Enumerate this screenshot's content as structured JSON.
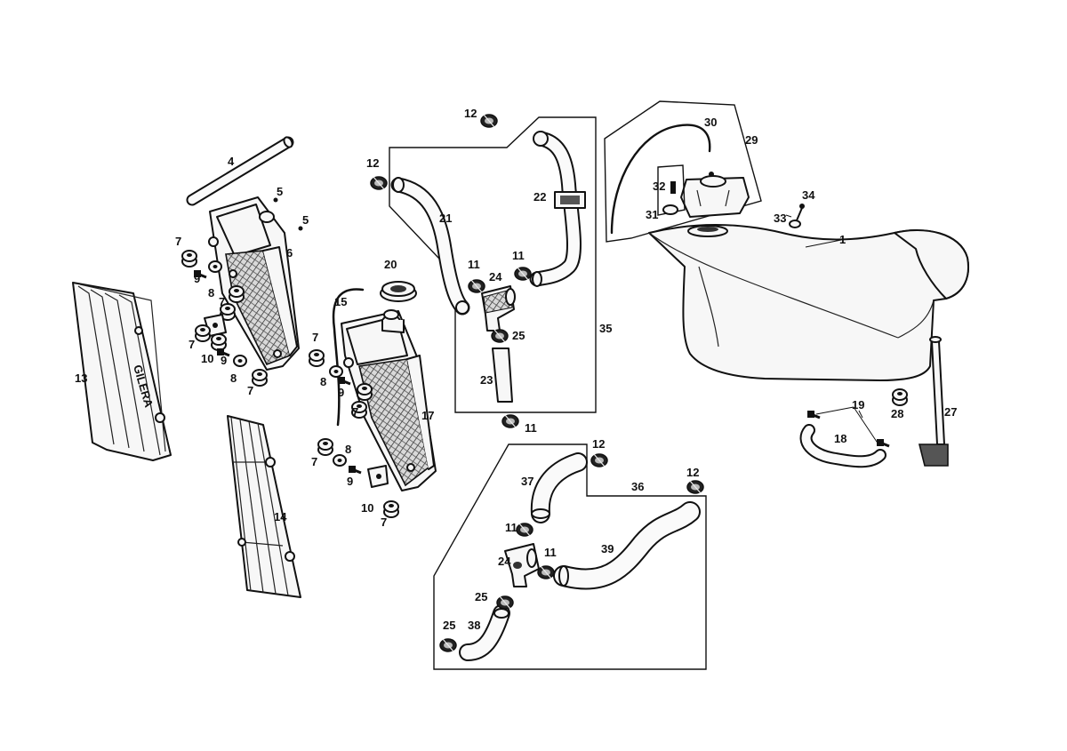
{
  "callouts": {
    "c1": "1",
    "c4": "4",
    "c5a": "5",
    "c5b": "5",
    "c6": "6",
    "c7a": "7",
    "c7b": "7",
    "c7c": "7",
    "c7d": "7",
    "c7e": "7",
    "c7f": "7",
    "c7g": "7",
    "c7h": "7",
    "c8a": "8",
    "c8b": "8",
    "c8c": "8",
    "c8d": "8",
    "c9a": "9",
    "c9b": "9",
    "c9c": "9",
    "c9d": "9",
    "c10a": "10",
    "c10b": "10",
    "c11a": "11",
    "c11b": "11",
    "c11c": "11",
    "c11d": "11",
    "c11e": "11",
    "c12a": "12",
    "c12b": "12",
    "c12c": "12",
    "c12d": "12",
    "c13": "13",
    "c14": "14",
    "c15": "15",
    "c17": "17",
    "c18": "18",
    "c19": "19",
    "c20": "20",
    "c21": "21",
    "c22": "22",
    "c23": "23",
    "c24a": "24",
    "c24b": "24",
    "c25a": "25",
    "c25b": "25",
    "c25c": "25",
    "c27": "27",
    "c28": "28",
    "c29": "29",
    "c30": "30",
    "c31": "31",
    "c32": "32",
    "c33": "33",
    "c34": "34",
    "c35": "35",
    "c36": "36",
    "c37": "37",
    "c38": "38",
    "c39": "39"
  },
  "radiator_logo": "GILERA",
  "colors": {
    "line": "#111111",
    "part_fill": "#f7f7f7",
    "background": "#ffffff"
  }
}
